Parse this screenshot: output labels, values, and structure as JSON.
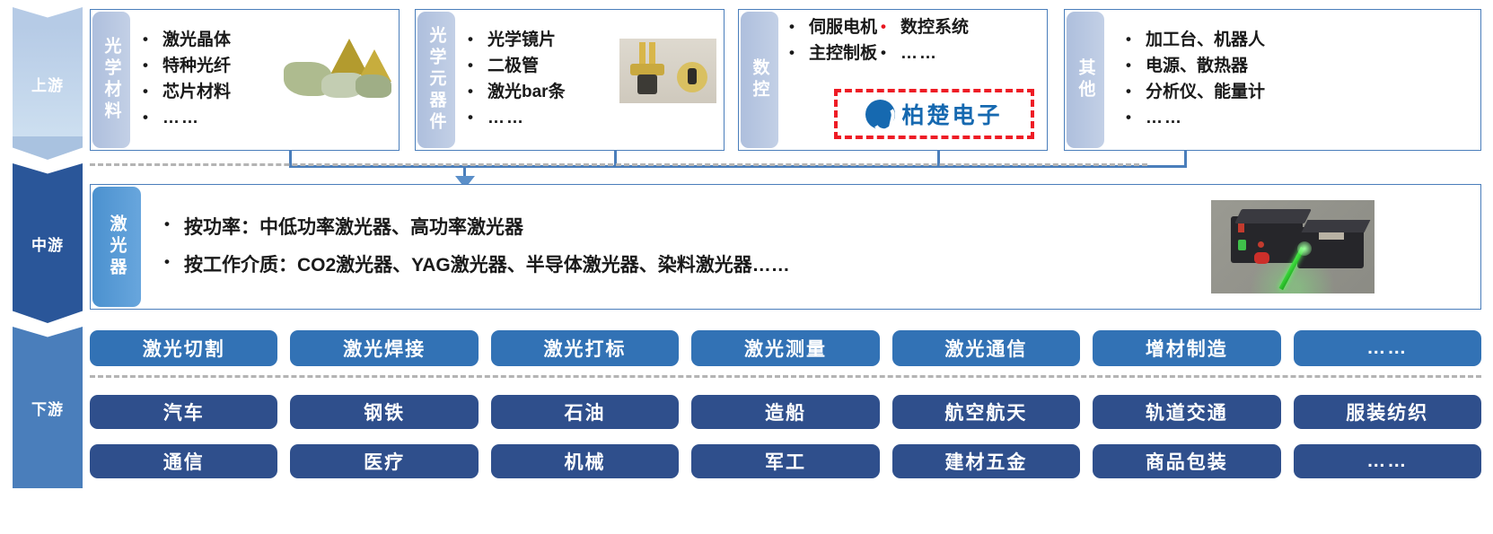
{
  "stages": [
    {
      "id": "upstream",
      "label": "上游"
    },
    {
      "id": "midstream",
      "label": "中游"
    },
    {
      "id": "downstream",
      "label": "下游"
    }
  ],
  "upstream": {
    "boxes": [
      {
        "tag": "光学材料",
        "items": [
          "激光晶体",
          "特种光纤",
          "芯片材料",
          "……"
        ],
        "photo": "laser-crystal-photo"
      },
      {
        "tag": "光学元器件",
        "items": [
          "光学镜片",
          "二极管",
          "激光bar条",
          "……"
        ],
        "photo": "laser-diode-photo"
      },
      {
        "tag": "数控",
        "items_left": [
          "伺服电机",
          "主控制板"
        ],
        "items_right": [
          "数控系统",
          "……"
        ],
        "highlight_label": "数控系统",
        "brand": "柏楚电子",
        "brand_icon": "bochu-logo-icon"
      },
      {
        "tag": "其他",
        "items": [
          "加工台、机器人",
          "电源、散热器",
          "分析仪、能量计",
          "……"
        ]
      }
    ]
  },
  "midstream": {
    "tag": "激光器",
    "items": [
      "按功率：中低功率激光器、高功率激光器",
      "按工作介质：CO2激光器、YAG激光器、半导体激光器、染料激光器……"
    ],
    "photo": "laser-device-photo",
    "applications": [
      "激光切割",
      "激光焊接",
      "激光打标",
      "激光测量",
      "激光通信",
      "增材制造",
      "……"
    ]
  },
  "downstream": {
    "row1": [
      "汽车",
      "钢铁",
      "石油",
      "造船",
      "航空航天",
      "轨道交通",
      "服装纺织"
    ],
    "row2": [
      "通信",
      "医疗",
      "机械",
      "军工",
      "建材五金",
      "商品包装",
      "……"
    ]
  },
  "colors": {
    "upstream_rail": "#b6cbe6",
    "midstream_rail": "#2a5699",
    "downstream_rail": "#4a7ebb",
    "box_border": "#4a7ebb",
    "app_chip": "#3272b5",
    "down_chip": "#2f4f8c",
    "highlight_red": "#e8161f",
    "brand_blue": "#1669b0"
  }
}
